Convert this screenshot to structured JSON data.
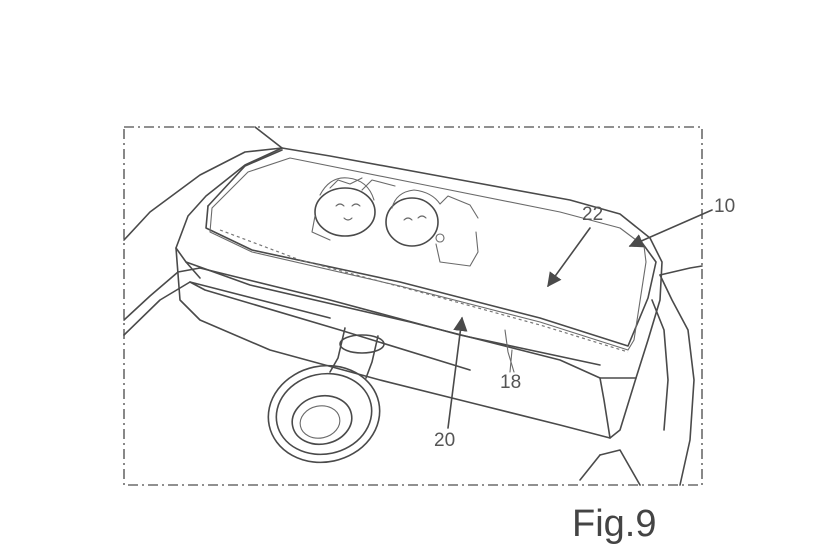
{
  "figure": {
    "caption": "Fig.9",
    "reference_numerals": {
      "r10": "10",
      "r22": "22",
      "r20": "20",
      "r18": "18"
    }
  }
}
